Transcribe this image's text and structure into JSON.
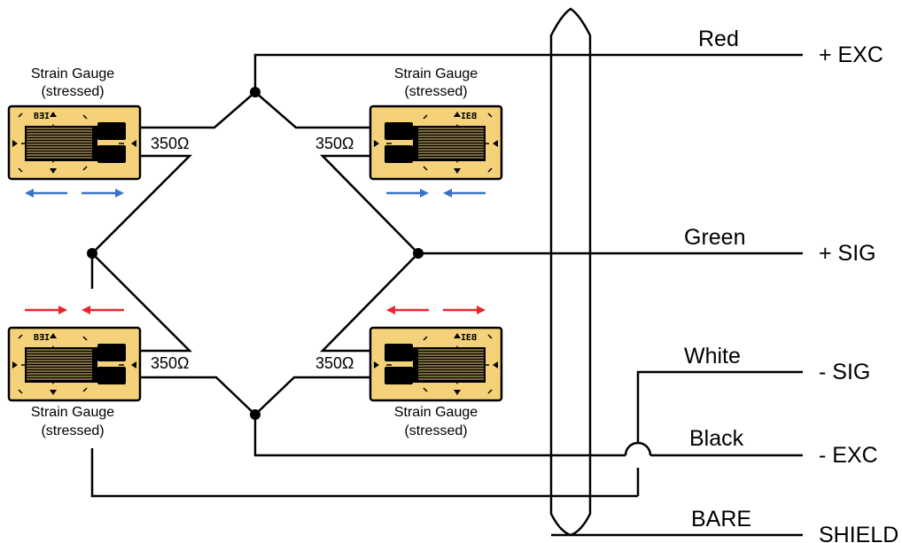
{
  "gauges": [
    {
      "name": "top-left",
      "label": "Strain Gauge",
      "state": "(stressed)",
      "resistance": "350Ω",
      "brand": "BƎI",
      "arrows": "outward",
      "arrow_color": "#3a73c6"
    },
    {
      "name": "top-right",
      "label": "Strain Gauge",
      "state": "(stressed)",
      "resistance": "350Ω",
      "brand": "BƎI",
      "arrows": "inward",
      "arrow_color": "#3a73c6"
    },
    {
      "name": "bottom-left",
      "label": "Strain Gauge",
      "state": "(stressed)",
      "resistance": "350Ω",
      "brand": "BƎI",
      "arrows": "inward",
      "arrow_color": "#e8262c"
    },
    {
      "name": "bottom-right",
      "label": "Strain Gauge",
      "state": "(stressed)",
      "resistance": "350Ω",
      "brand": "BƎI",
      "arrows": "outward",
      "arrow_color": "#e8262c"
    }
  ],
  "wires": [
    {
      "name": "red",
      "color_label": "Red",
      "terminal": "+ EXC"
    },
    {
      "name": "green",
      "color_label": "Green",
      "terminal": "+ SIG"
    },
    {
      "name": "white",
      "color_label": "White",
      "terminal": "- SIG"
    },
    {
      "name": "black",
      "color_label": "Black",
      "terminal": "- EXC"
    },
    {
      "name": "bare",
      "color_label": "BARE",
      "terminal": "SHIELD"
    }
  ],
  "colors": {
    "gauge_body": "#f5d27a",
    "gauge_border": "#000000",
    "tension_arrow": "#3a73c6",
    "compression_arrow": "#e8262c"
  }
}
